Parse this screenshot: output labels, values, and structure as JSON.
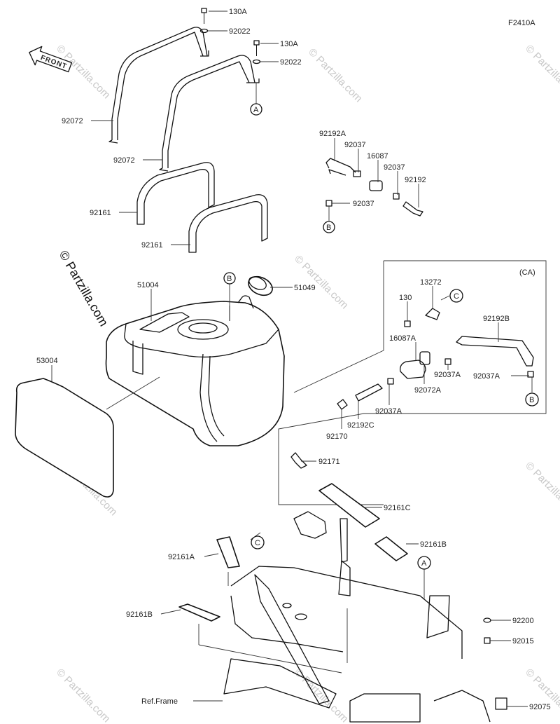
{
  "diagram_code": "F2410A",
  "front_label": "FRONT",
  "copyright": "© Partzilla.com",
  "watermark": "© Partzilla.com",
  "ca_label": "(CA)",
  "callouts": {
    "A": "A",
    "B": "B",
    "C": "C"
  },
  "parts": {
    "p130A_1": "130A",
    "p92022_1": "92022",
    "p130A_2": "130A",
    "p92022_2": "92022",
    "p92072_1": "92072",
    "p92072_2": "92072",
    "p92161_1": "92161",
    "p92161_2": "92161",
    "p92192A": "92192A",
    "p92037_1": "92037",
    "p16087": "16087",
    "p92037_2": "92037",
    "p92192": "92192",
    "p92037_3": "92037",
    "p51004": "51004",
    "p51049": "51049",
    "p53004": "53004",
    "p13272": "13272",
    "p130": "130",
    "p92192B": "92192B",
    "p16087A": "16087A",
    "p92037A_1": "92037A",
    "p92037A_2": "92037A",
    "p92072A": "92072A",
    "p92037A_3": "92037A",
    "p92192C": "92192C",
    "p92170": "92170",
    "p92171": "92171",
    "p92161C": "92161C",
    "p92161A": "92161A",
    "p92161B_1": "92161B",
    "p92161B_2": "92161B",
    "p92200": "92200",
    "p92015": "92015",
    "p92075": "92075",
    "ref_frame": "Ref.Frame"
  }
}
